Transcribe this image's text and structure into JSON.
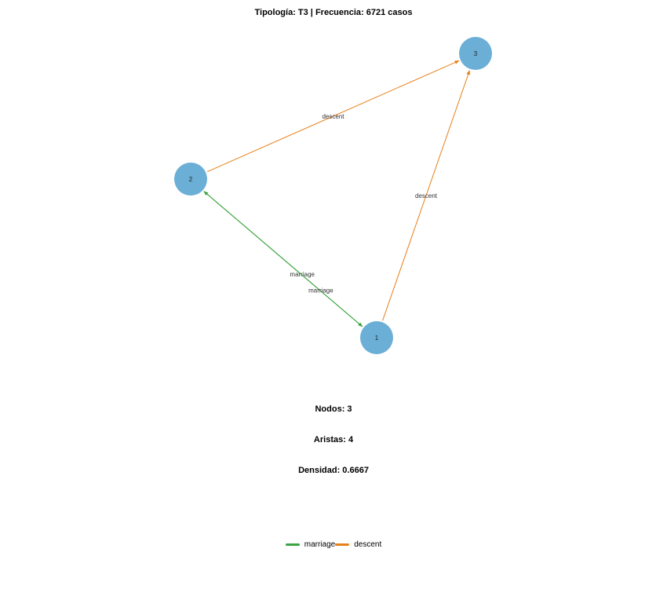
{
  "title": "Tipología: T3 | Frecuencia: 6721 casos",
  "colors": {
    "node_fill": "#6BAED6",
    "marriage": "#3AA43F",
    "descent": "#E8801A"
  },
  "nodes": [
    {
      "id": "1",
      "label": "1"
    },
    {
      "id": "2",
      "label": "2"
    },
    {
      "id": "3",
      "label": "3"
    }
  ],
  "edges": [
    {
      "from": "2",
      "to": "3",
      "type": "descent",
      "label": "descent"
    },
    {
      "from": "1",
      "to": "3",
      "type": "descent",
      "label": "descent"
    },
    {
      "from": "1",
      "to": "2",
      "type": "marriage",
      "label": "marriage"
    },
    {
      "from": "2",
      "to": "1",
      "type": "marriage",
      "label": "marriage"
    }
  ],
  "stats": {
    "nodes": "Nodos: 3",
    "edges": "Aristas: 4",
    "density": "Densidad: 0.6667"
  },
  "legend": [
    {
      "label": "marriage",
      "type": "marriage"
    },
    {
      "label": "descent",
      "type": "descent"
    }
  ]
}
